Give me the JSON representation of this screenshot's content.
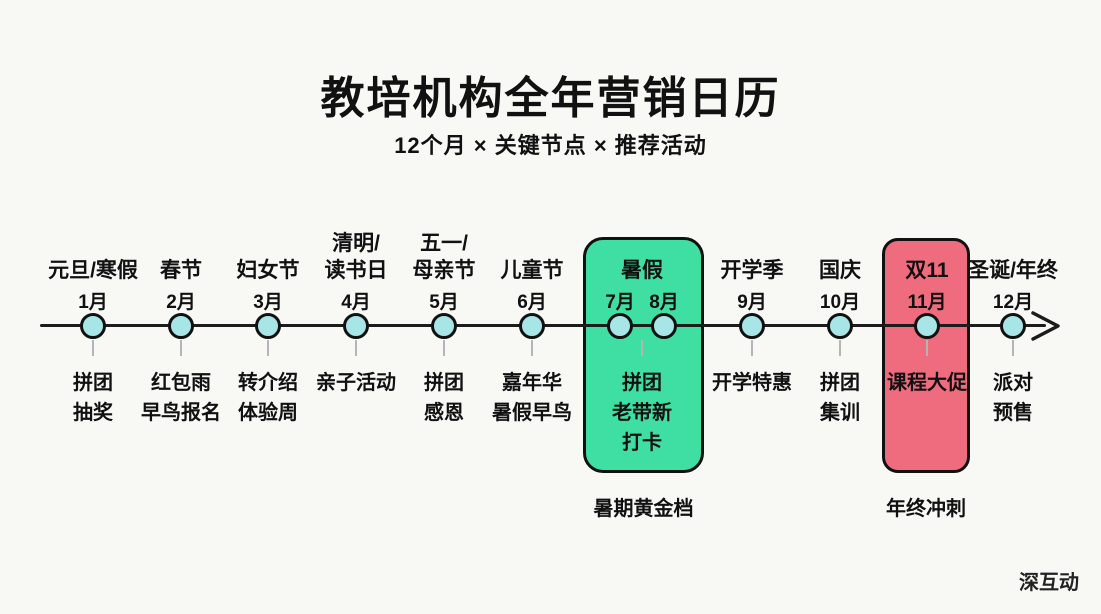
{
  "title": "教培机构全年营销日历",
  "subtitle": "12个月 × 关键节点 × 推荐活动",
  "watermark": "深互动",
  "colors": {
    "background": "#f8f8f5",
    "text": "#111111",
    "axis": "#1c1c1c",
    "dot_fill": "#a7e5e7",
    "dot_border": "#111111",
    "tick": "#b5b5b5"
  },
  "timeline": {
    "nodes": [
      {
        "holiday": [
          "元旦/寒假"
        ],
        "months": [
          "1月"
        ],
        "activities": [
          "拼团",
          "抽奖"
        ]
      },
      {
        "holiday": [
          "春节"
        ],
        "months": [
          "2月"
        ],
        "activities": [
          "红包雨",
          "早鸟报名"
        ]
      },
      {
        "holiday": [
          "妇女节"
        ],
        "months": [
          "3月"
        ],
        "activities": [
          "转介绍",
          "体验周"
        ]
      },
      {
        "holiday": [
          "清明/",
          "读书日"
        ],
        "months": [
          "4月"
        ],
        "activities": [
          "亲子活动"
        ]
      },
      {
        "holiday": [
          "五一/",
          "母亲节"
        ],
        "months": [
          "5月"
        ],
        "activities": [
          "拼团",
          "感恩"
        ]
      },
      {
        "holiday": [
          "儿童节"
        ],
        "months": [
          "6月"
        ],
        "activities": [
          "嘉年华",
          "暑假早鸟"
        ]
      },
      {
        "holiday": [
          "暑假"
        ],
        "months": [
          "7月",
          "8月"
        ],
        "activities": [
          "拼团",
          "老带新",
          "打卡"
        ],
        "highlight": "summer"
      },
      {
        "holiday": [
          "开学季"
        ],
        "months": [
          "9月"
        ],
        "activities": [
          "开学特惠"
        ]
      },
      {
        "holiday": [
          "国庆"
        ],
        "months": [
          "10月"
        ],
        "activities": [
          "拼团",
          "集训"
        ]
      },
      {
        "holiday": [
          "双11"
        ],
        "months": [
          "11月"
        ],
        "activities": [
          "课程大促"
        ],
        "highlight": "yearend"
      },
      {
        "holiday": [
          "圣诞/年终"
        ],
        "months": [
          "12月"
        ],
        "activities": [
          "派对",
          "预售"
        ]
      }
    ],
    "highlights": {
      "summer": {
        "caption": "暑期黄金档",
        "color": "#3fdfa4"
      },
      "yearend": {
        "caption": "年终冲刺",
        "color": "#ee6c7e"
      }
    }
  }
}
